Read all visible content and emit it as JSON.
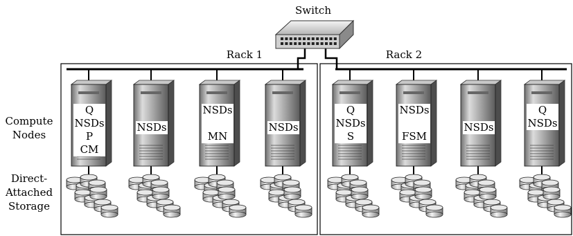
{
  "switch_label": "Switch",
  "side_labels": {
    "compute_nodes": [
      "Compute",
      "Nodes"
    ],
    "storage": [
      "Direct-",
      "Attached",
      "Storage"
    ]
  },
  "racks": [
    {
      "label": "Rack 1",
      "nodes": [
        {
          "lines": [
            "Q",
            "NSDs",
            "P",
            "CM"
          ]
        },
        {
          "lines": [
            "NSDs"
          ]
        },
        {
          "lines": [
            "NSDs",
            "",
            "MN"
          ]
        },
        {
          "lines": [
            "NSDs"
          ]
        }
      ]
    },
    {
      "label": "Rack 2",
      "nodes": [
        {
          "lines": [
            "Q",
            "NSDs",
            "S"
          ]
        },
        {
          "lines": [
            "NSDs",
            "",
            "FSM"
          ]
        },
        {
          "lines": [
            "NSDs"
          ]
        },
        {
          "lines": [
            "Q",
            "NSDs"
          ]
        }
      ]
    }
  ],
  "icons": {
    "switch": "network-switch-icon",
    "server": "tower-server-icon",
    "storage": "disk-stack-icon"
  }
}
